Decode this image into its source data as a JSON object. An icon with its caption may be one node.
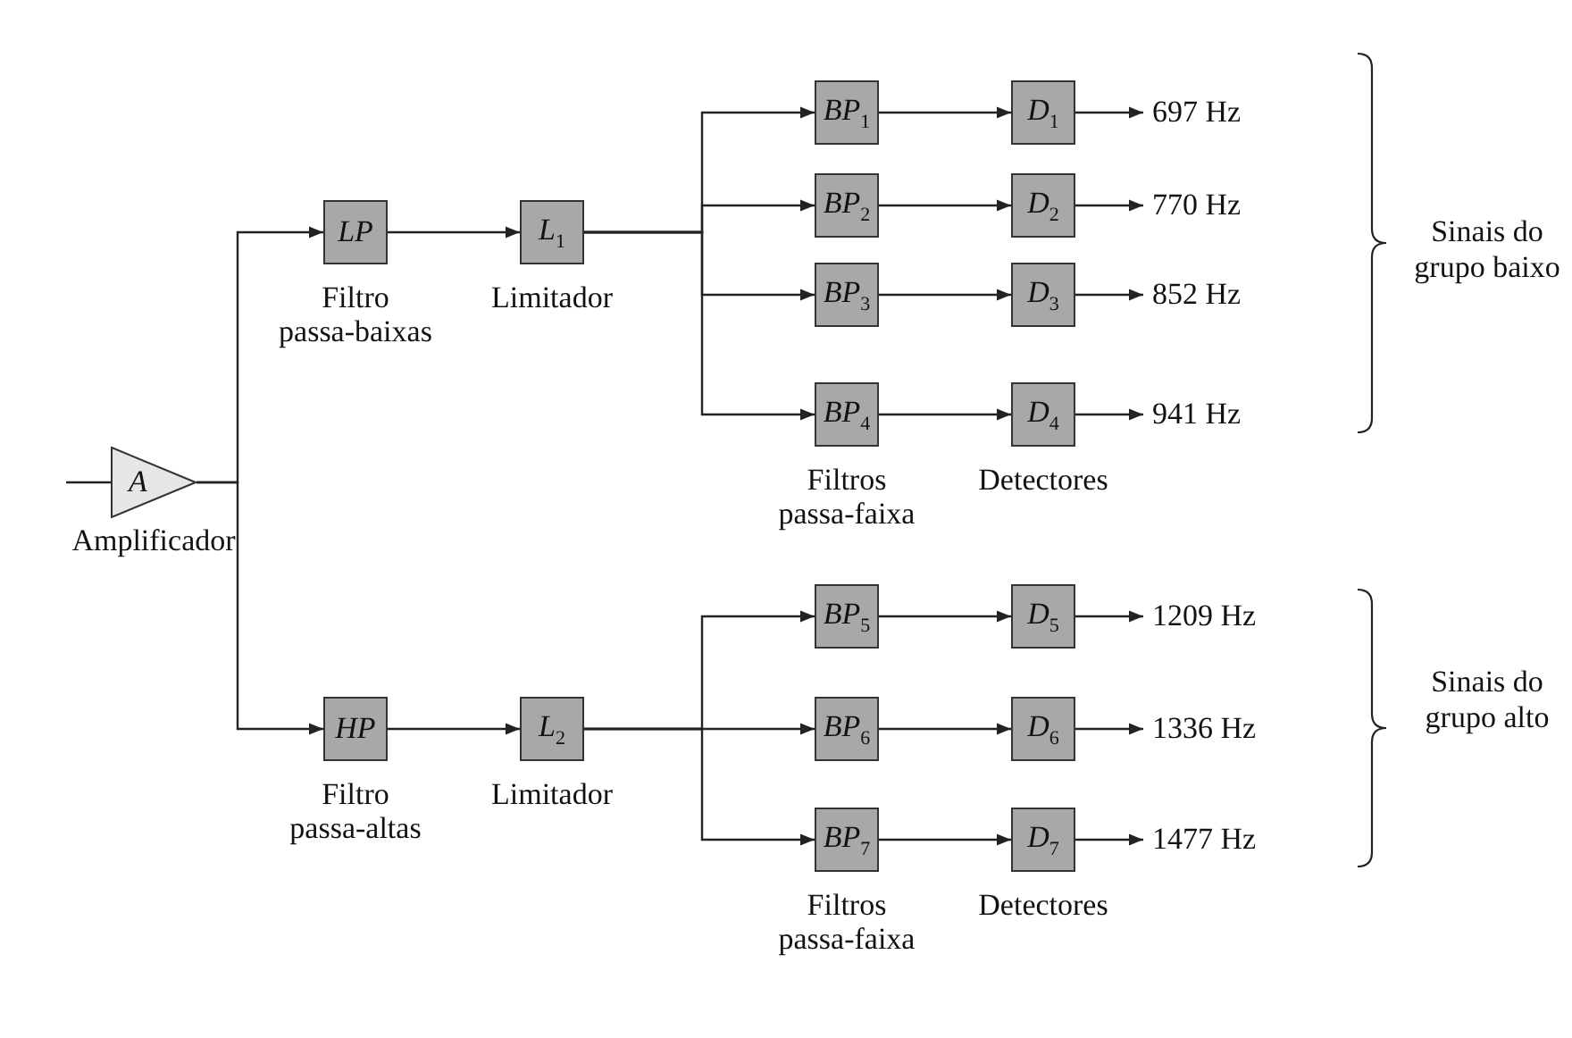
{
  "diagram": {
    "nodes": [
      {
        "text": [
          "A"
        ],
        "beside": [
          "Amplificador"
        ]
      },
      {
        "text": [
          "LP"
        ],
        "beside": [
          "Filtro passa-baixas"
        ]
      },
      {
        "text": [
          "L$_{1}$"
        ],
        "beside": [
          "Limitador"
        ]
      },
      {
        "text": [
          "BP$_{1}$"
        ]
      },
      {
        "text": [
          "BP$_{2}$"
        ]
      },
      {
        "text": [
          "BP$_{3}$"
        ]
      },
      {
        "text": [
          "BP$_{4}$"
        ],
        "beside": [
          "Filtros passa-faixa"
        ]
      },
      {
        "text": [
          "D$_{1}$"
        ]
      },
      {
        "text": [
          "D$_{2}$"
        ]
      },
      {
        "text": [
          "D$_{3}$"
        ]
      },
      {
        "text": [
          "D$_{4}$"
        ],
        "beside": [
          "Detectores"
        ]
      },
      {
        "text": [
          "697 Hz"
        ]
      },
      {
        "text": [
          "770 Hz"
        ]
      },
      {
        "text": [
          "852 Hz"
        ]
      },
      {
        "text": [
          "941 Hz"
        ]
      },
      {
        "text": [
          "HP"
        ],
        "beside": [
          "Filtro passa-altas"
        ]
      },
      {
        "text": [
          "L$_{2}$"
        ],
        "beside": [
          "Limitador"
        ]
      },
      {
        "text": [
          "BP$_{5}$"
        ]
      },
      {
        "text": [
          "BP$_{6}$"
        ]
      },
      {
        "text": [
          "BP$_{7}$"
        ],
        "beside": [
          "Filtros passa-faixa"
        ]
      },
      {
        "text": [
          "D$_{5}$"
        ]
      },
      {
        "text": [
          "D$_{6}$"
        ]
      },
      {
        "text": [
          "D$_{7}$"
        ],
        "beside": [
          "Detectores"
        ]
      },
      {
        "text": [
          "1209 Hz"
        ]
      },
      {
        "text": [
          "1336 Hz"
        ]
      },
      {
        "text": [
          "1477 Hz"
        ]
      }
    ],
    "edges": [
      {
        "from": null,
        "to": 0,
        "arrow": "none"
      },
      {
        "from": 0,
        "to": 1,
        "arrow": "to"
      },
      {
        "from": 0,
        "to": 15,
        "arrow": "to"
      },
      {
        "from": 1,
        "to": 2,
        "arrow": "to"
      },
      {
        "from": 2,
        "to": 3,
        "arrow": "to"
      },
      {
        "from": 2,
        "to": 4,
        "arrow": "to"
      },
      {
        "from": 2,
        "to": 5,
        "arrow": "to"
      },
      {
        "from": 2,
        "to": 6,
        "arrow": "to"
      },
      {
        "from": 3,
        "to": 7,
        "arrow": "to"
      },
      {
        "from": 4,
        "to": 8,
        "arrow": "to"
      },
      {
        "from": 5,
        "to": 9,
        "arrow": "to"
      },
      {
        "from": 6,
        "to": 10,
        "arrow": "to"
      },
      {
        "from": 7,
        "to": 11,
        "arrow": "to"
      },
      {
        "from": 8,
        "to": 12,
        "arrow": "to"
      },
      {
        "from": 9,
        "to": 13,
        "arrow": "to"
      },
      {
        "from": 10,
        "to": 14,
        "arrow": "to"
      },
      {
        "from": 15,
        "to": 16,
        "arrow": "to"
      },
      {
        "from": 16,
        "to": 17,
        "arrow": "to"
      },
      {
        "from": 16,
        "to": 18,
        "arrow": "to"
      },
      {
        "from": 16,
        "to": 19,
        "arrow": "to"
      },
      {
        "from": 17,
        "to": 20,
        "arrow": "to"
      },
      {
        "from": 18,
        "to": 21,
        "arrow": "to"
      },
      {
        "from": 19,
        "to": 22,
        "arrow": "to"
      },
      {
        "from": 20,
        "to": 23,
        "arrow": "to"
      },
      {
        "from": 21,
        "to": 24,
        "arrow": "to"
      },
      {
        "from": 22,
        "to": 25,
        "arrow": "to"
      }
    ],
    "labels": [
      "Sinais do grupo baixo",
      "Sinais do grupo alto"
    ]
  }
}
